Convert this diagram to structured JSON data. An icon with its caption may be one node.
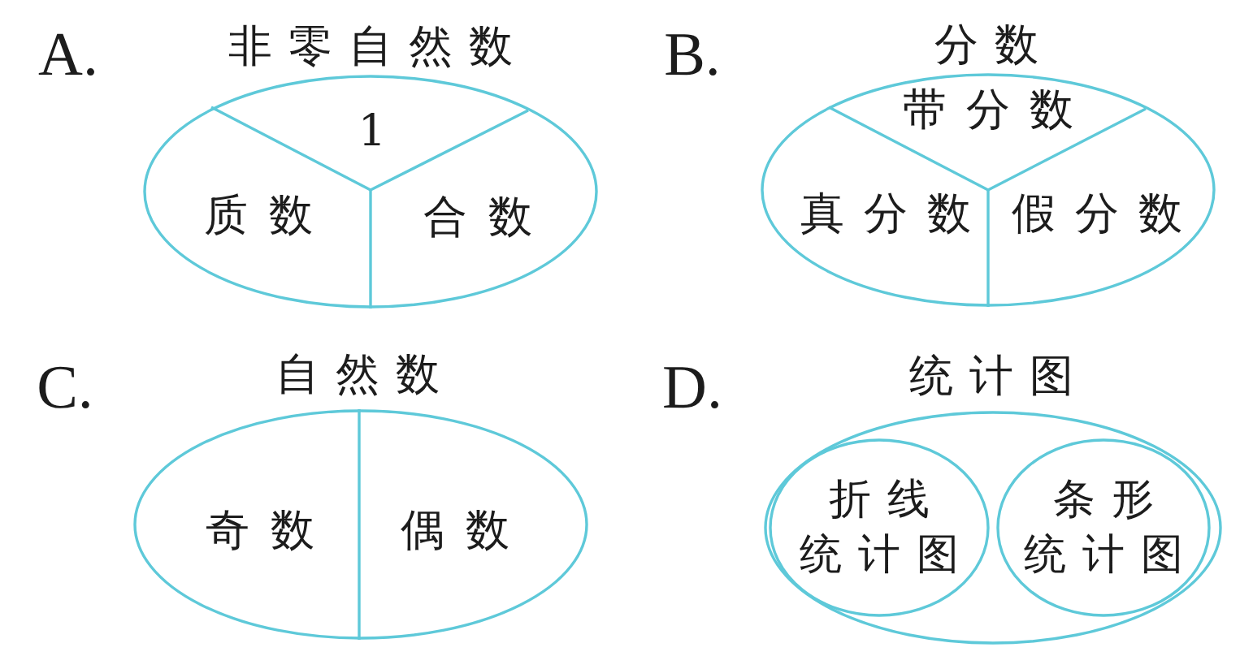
{
  "diagram": {
    "nodes": [
      {
        "text": [
          "非零自然数"
        ]
      },
      {
        "text": [
          "1"
        ],
        "in": 0
      },
      {
        "text": [
          "质数"
        ],
        "in": 0
      },
      {
        "text": [
          "合数"
        ],
        "in": 0
      },
      {
        "text": [
          "分数"
        ]
      },
      {
        "text": [
          "带分数"
        ],
        "in": 4
      },
      {
        "text": [
          "真分数"
        ],
        "in": 4
      },
      {
        "text": [
          "假分数"
        ],
        "in": 4
      },
      {
        "text": [
          "自然数"
        ]
      },
      {
        "text": [
          "奇数"
        ],
        "in": 8
      },
      {
        "text": [
          "偶数"
        ],
        "in": 8
      },
      {
        "text": [
          "统计图"
        ]
      },
      {
        "text": [
          "折线统计图"
        ],
        "in": 11
      },
      {
        "text": [
          "条形统计图"
        ],
        "in": 11
      }
    ],
    "labels": [
      "A.",
      "B.",
      "C.",
      "D."
    ]
  }
}
